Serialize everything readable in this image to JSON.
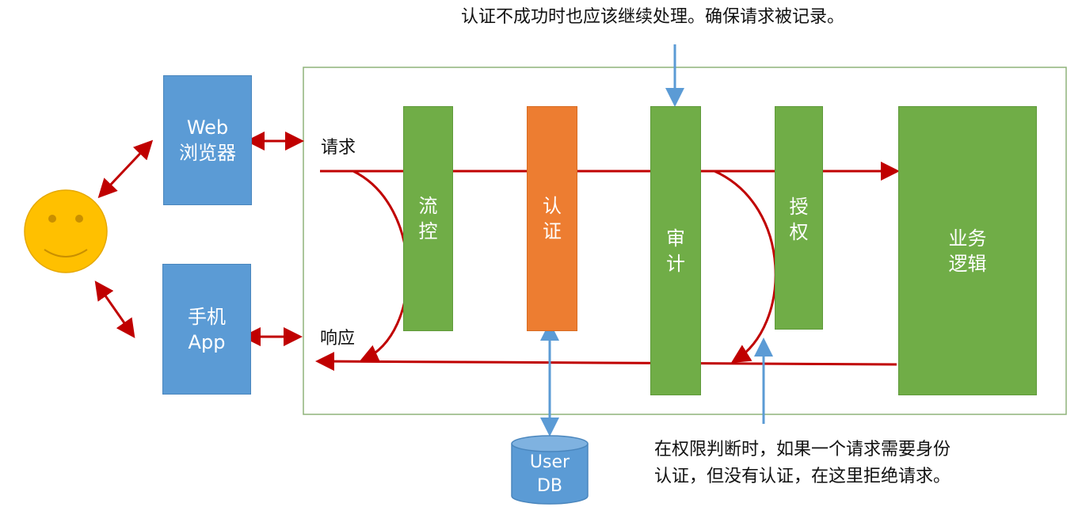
{
  "nodes": {
    "web_browser": "Web\n浏览器",
    "mobile_app": "手机\nApp",
    "rate_limit": "流\n控",
    "authentication": "认\n证",
    "audit": "审\n计",
    "authorization": "授\n权",
    "business_logic": "业务\n逻辑",
    "user_db": "User\nDB"
  },
  "labels": {
    "request": "请求",
    "response": "响应"
  },
  "notes": {
    "audit_note": "认证不成功时也应该继续处理。确保请求被记录。",
    "authz_note_line1": "在权限判断时，如果一个请求需要身份",
    "authz_note_line2": "认证，但没有认证，在这里拒绝请求。"
  },
  "colors": {
    "client_blue": "#5b9bd5",
    "filter_green": "#70ad47",
    "auth_orange": "#ed7d31",
    "flow_red": "#c00000",
    "note_arrow_blue": "#5b9bd5",
    "smiley_yellow": "#ffc000"
  }
}
